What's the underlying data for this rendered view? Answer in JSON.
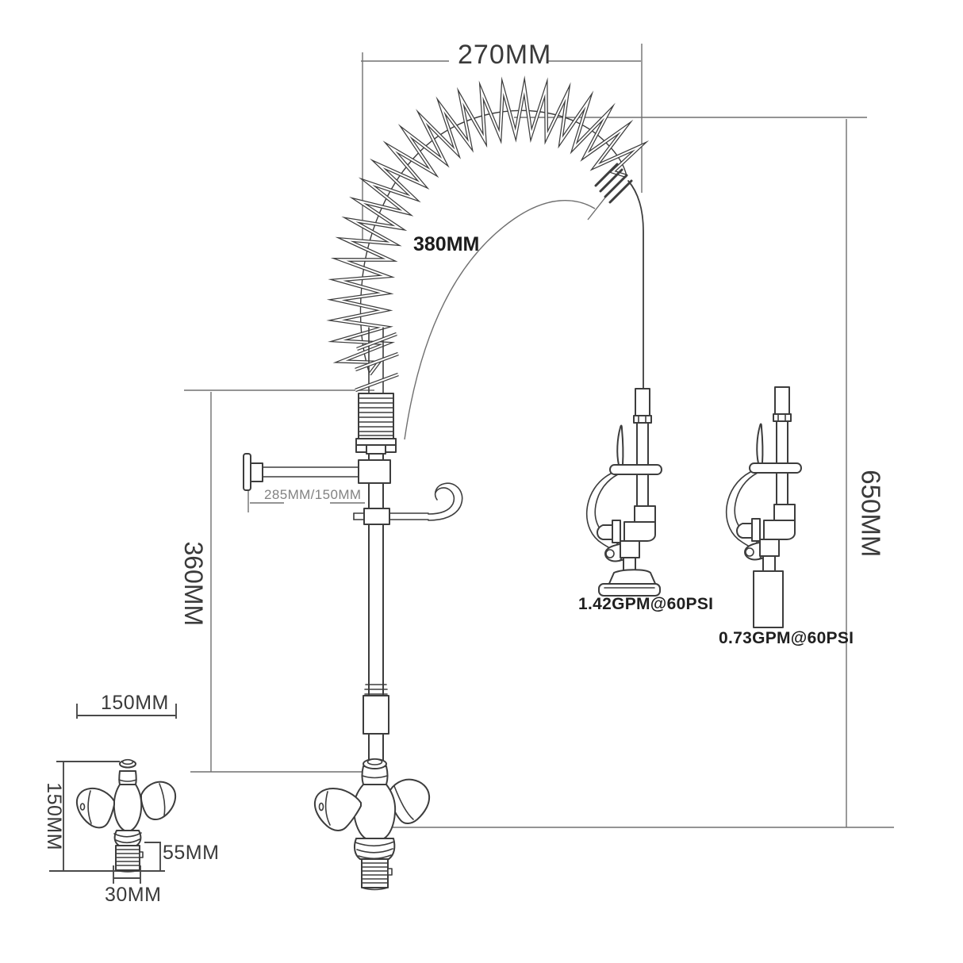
{
  "labels": {
    "top_width": "270MM",
    "hose_arc": "380MM",
    "overall_height": "650MM",
    "riser_height": "360MM",
    "wall_bracket_length": "285MM/150MM",
    "spray_head_flat_flow": "1.42GPM@60PSI",
    "spray_head_cylinder_flow": "0.73GPM@60PSI",
    "base_detail_width": "150MM",
    "base_detail_height": "150MM",
    "inlet_shank_length": "55MM",
    "inlet_shank_diameter": "30MM"
  },
  "colors": {
    "line": "#3d3d3d",
    "dimension_line": "#707070",
    "text": "#3a3a3a",
    "background": "#ffffff"
  }
}
